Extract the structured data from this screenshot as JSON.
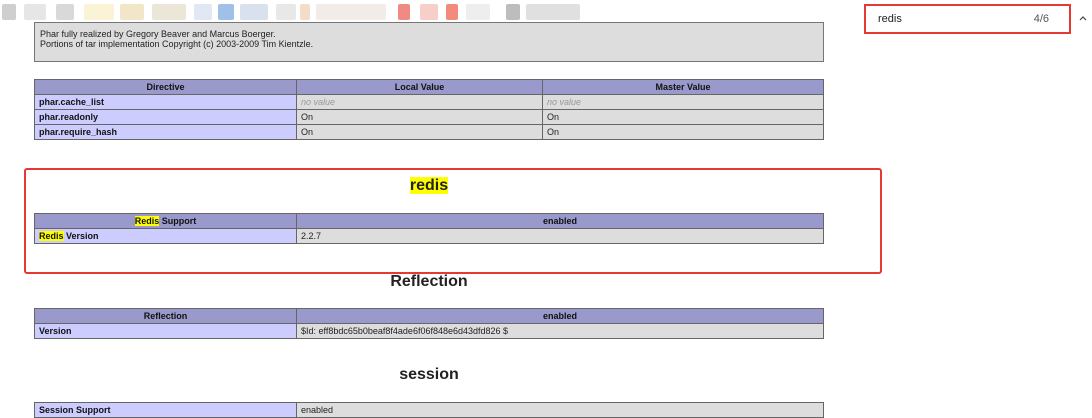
{
  "find": {
    "query": "redis",
    "count": "4/6"
  },
  "credits": {
    "line1": "Phar fully realized by Gregory Beaver and Marcus Boerger.",
    "line2": "Portions of tar implementation Copyright (c) 2003-2009 Tim Kientzle."
  },
  "phar_table": {
    "headers": [
      "Directive",
      "Local Value",
      "Master Value"
    ],
    "rows": [
      {
        "name": "phar.cache_list",
        "local": "no value",
        "master": "no value"
      },
      {
        "name": "phar.readonly",
        "local": "On",
        "master": "On"
      },
      {
        "name": "phar.require_hash",
        "local": "On",
        "master": "On"
      }
    ]
  },
  "redis": {
    "title": "redis",
    "header": {
      "label_highlight": "Redis",
      "label_rest": " Support",
      "value": "enabled"
    },
    "row": {
      "label_highlight": "Redis",
      "label_rest": " Version",
      "value": "2.2.7"
    }
  },
  "reflection": {
    "title": "Reflection",
    "header": {
      "label": "Reflection",
      "value": "enabled"
    },
    "row": {
      "label": "Version",
      "value": "$Id: eff8bdc65b0beaf8f4ade6f06f848e6d43dfd826 $"
    }
  },
  "session": {
    "title": "session",
    "row": {
      "label": "Session Support",
      "value": "enabled"
    }
  },
  "colors": {
    "highlight": "#ffff00",
    "annotation_red": "#e53935",
    "header_bg": "#9999cc",
    "key_bg": "#ccccff",
    "value_bg": "#dddddd"
  }
}
